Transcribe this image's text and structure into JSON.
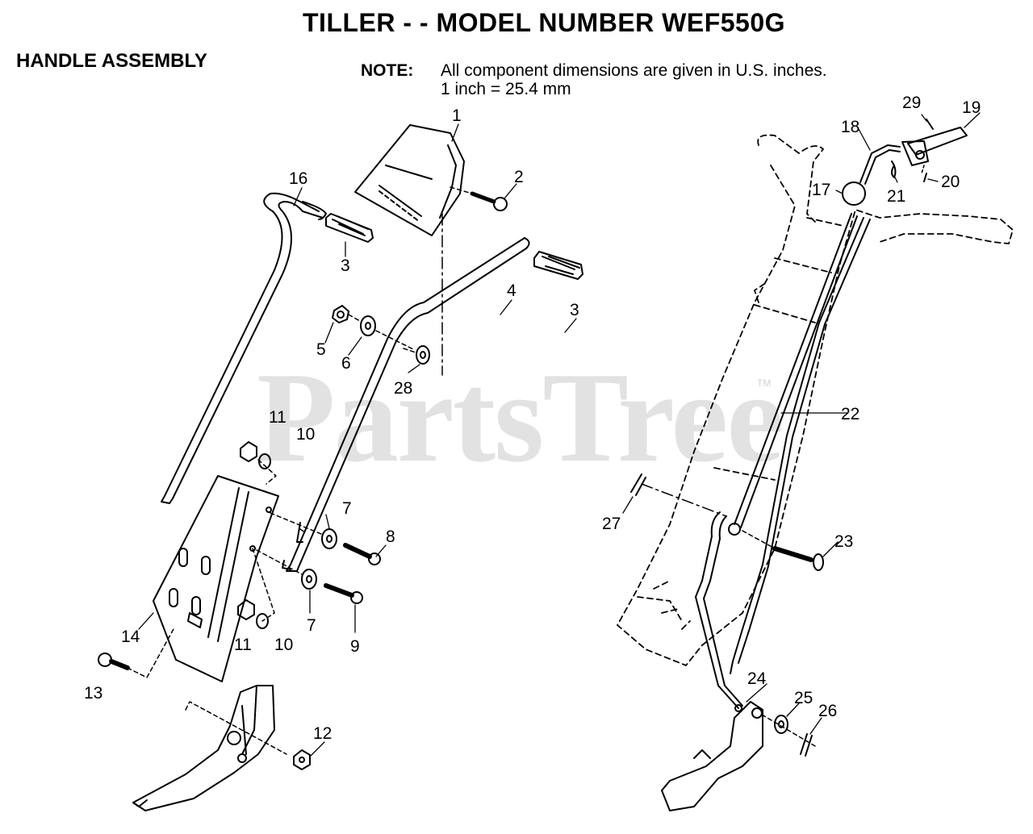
{
  "header": {
    "title": "TILLER - - MODEL NUMBER WEF550G",
    "subtitle": "HANDLE ASSEMBLY"
  },
  "note": {
    "label": "NOTE:",
    "line1": "All component dimensions are given in U.S. inches.",
    "line2": "1 inch = 25.4 mm"
  },
  "watermark": {
    "text": "PartsTree",
    "tm": "TM"
  },
  "callouts": [
    {
      "id": "c1",
      "label": "1"
    },
    {
      "id": "c2",
      "label": "2"
    },
    {
      "id": "c16",
      "label": "16"
    },
    {
      "id": "c3a",
      "label": "3"
    },
    {
      "id": "c4",
      "label": "4"
    },
    {
      "id": "c3b",
      "label": "3"
    },
    {
      "id": "c5",
      "label": "5"
    },
    {
      "id": "c6",
      "label": "6"
    },
    {
      "id": "c28",
      "label": "28"
    },
    {
      "id": "c11a",
      "label": "11"
    },
    {
      "id": "c10a",
      "label": "10"
    },
    {
      "id": "c7a",
      "label": "7"
    },
    {
      "id": "c8",
      "label": "8"
    },
    {
      "id": "c7b",
      "label": "7"
    },
    {
      "id": "c9",
      "label": "9"
    },
    {
      "id": "c14",
      "label": "14"
    },
    {
      "id": "c11b",
      "label": "11"
    },
    {
      "id": "c10b",
      "label": "10"
    },
    {
      "id": "c13",
      "label": "13"
    },
    {
      "id": "c12",
      "label": "12"
    },
    {
      "id": "c29",
      "label": "29"
    },
    {
      "id": "c19",
      "label": "19"
    },
    {
      "id": "c18",
      "label": "18"
    },
    {
      "id": "c17",
      "label": "17"
    },
    {
      "id": "c21",
      "label": "21"
    },
    {
      "id": "c20",
      "label": "20"
    },
    {
      "id": "c22",
      "label": "22"
    },
    {
      "id": "c27",
      "label": "27"
    },
    {
      "id": "c23",
      "label": "23"
    },
    {
      "id": "c24",
      "label": "24"
    },
    {
      "id": "c25",
      "label": "25"
    },
    {
      "id": "c26",
      "label": "26"
    }
  ]
}
